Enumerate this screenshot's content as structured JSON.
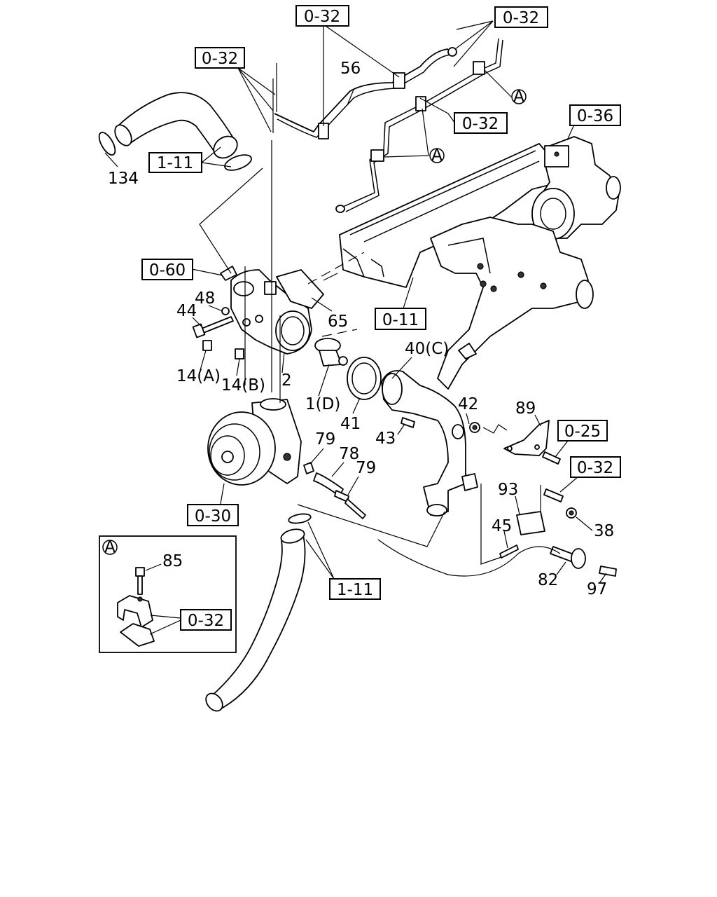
{
  "part_labels": {
    "p134": "134",
    "p56": "56",
    "p48": "48",
    "p44": "44",
    "p65": "65",
    "p14a": "14(A)",
    "p14b": "14(B)",
    "p2": "2",
    "p1d": "1(D)",
    "p41": "41",
    "p40c": "40(C)",
    "p42": "42",
    "p43": "43",
    "p89": "89",
    "p79a": "79",
    "p78": "78",
    "p79b": "79",
    "p93": "93",
    "p45": "45",
    "p38": "38",
    "p82": "82",
    "p97": "97",
    "p85": "85"
  },
  "reference_boxes": {
    "r032_top": "0-32",
    "r032_topright": "0-32",
    "r032_left": "0-32",
    "r032_mid": "0-32",
    "r036": "0-36",
    "r111_top": "1-11",
    "r060": "0-60",
    "r011": "0-11",
    "r025": "0-25",
    "r032_right": "0-32",
    "r030": "0-30",
    "r111_bottom": "1-11",
    "r032_inset": "0-32"
  },
  "callouts": {
    "a1": "A",
    "a2": "A",
    "inset": "A"
  },
  "colors": {
    "ink": "#000000",
    "paper": "#ffffff"
  }
}
